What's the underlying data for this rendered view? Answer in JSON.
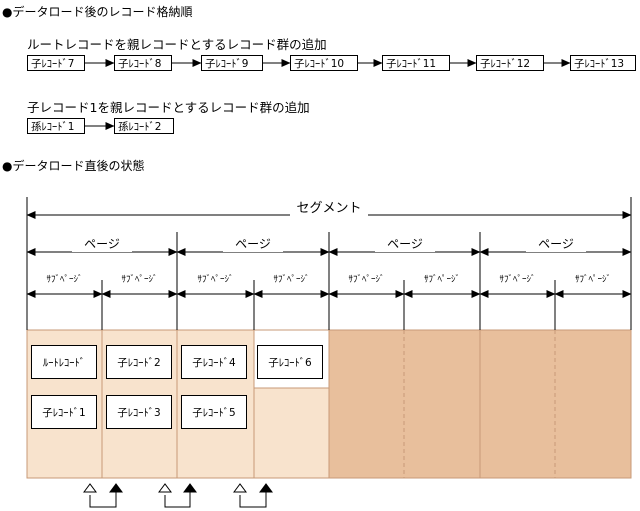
{
  "section1": {
    "heading": "●データロード後のレコード格納順",
    "root_group": {
      "title": "ルートレコードを親レコードとするレコード群の追加",
      "records": [
        "子ﾚｺｰﾄﾞ7",
        "子ﾚｺｰﾄﾞ8",
        "子ﾚｺｰﾄﾞ9",
        "子ﾚｺｰﾄﾞ10",
        "子ﾚｺｰﾄﾞ11",
        "子ﾚｺｰﾄﾞ12",
        "子ﾚｺｰﾄﾞ13"
      ]
    },
    "child_group": {
      "title": "子レコード1を親レコードとするレコード群の追加",
      "records": [
        "孫ﾚｺｰﾄﾞ1",
        "孫ﾚｺｰﾄﾞ2"
      ]
    }
  },
  "section2": {
    "heading": "●データロード直後の状態",
    "segment_label": "セグメント",
    "page_labels": [
      "ページ",
      "ページ",
      "ページ",
      "ページ"
    ],
    "subpage_labels": [
      "ｻﾌﾞﾍﾟｰｼﾞ",
      "ｻﾌﾞﾍﾟｰｼﾞ",
      "ｻﾌﾞﾍﾟｰｼﾞ",
      "ｻﾌﾞﾍﾟｰｼﾞ",
      "ｻﾌﾞﾍﾟｰｼﾞ",
      "ｻﾌﾞﾍﾟｰｼﾞ",
      "ｻﾌﾞﾍﾟｰｼﾞ",
      "ｻﾌﾞﾍﾟｰｼﾞ"
    ],
    "stored_records": [
      "ﾙｰﾄﾚｺｰﾄﾞ",
      "子ﾚｺｰﾄﾞ1",
      "子ﾚｺｰﾄﾞ2",
      "子ﾚｺｰﾄﾞ3",
      "子ﾚｺｰﾄﾞ4",
      "子ﾚｺｰﾄﾞ5",
      "子ﾚｺｰﾄﾞ6"
    ]
  },
  "colors": {
    "fill_light": "#f8e3cd",
    "fill_dark": "#e8bf9c",
    "border": "#c79a77"
  }
}
